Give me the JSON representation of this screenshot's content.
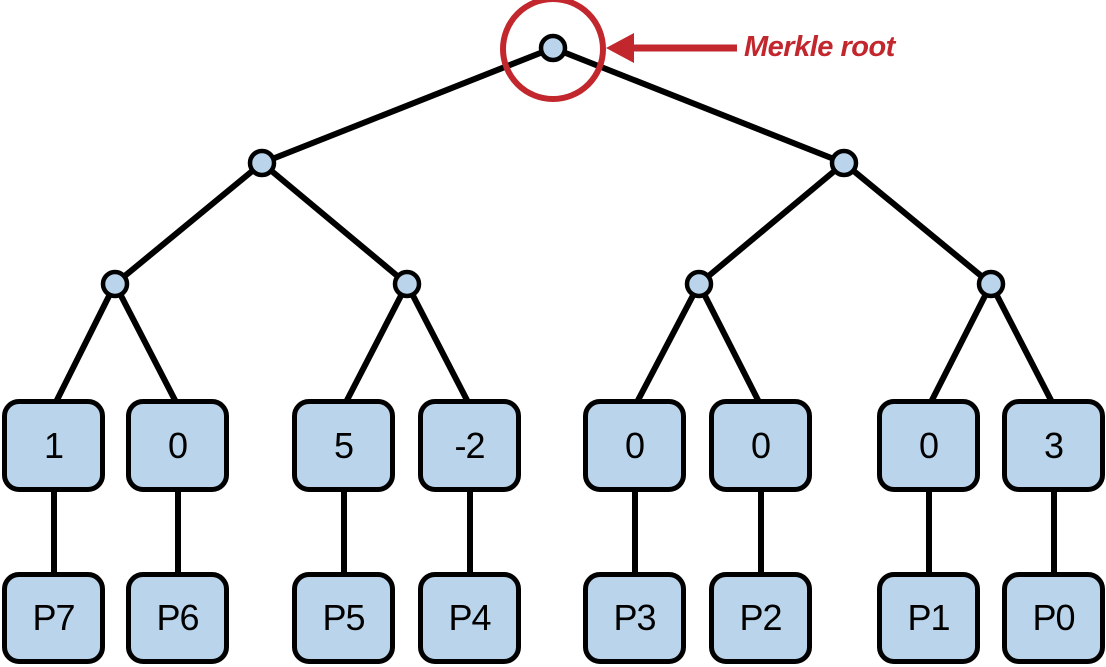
{
  "annotation": {
    "label": "Merkle root"
  },
  "tree": {
    "root_icon": "merkle-root-node",
    "leaves": [
      {
        "value": "1",
        "packet": "P7"
      },
      {
        "value": "0",
        "packet": "P6"
      },
      {
        "value": "5",
        "packet": "P5"
      },
      {
        "value": "-2",
        "packet": "P4"
      },
      {
        "value": "0",
        "packet": "P3"
      },
      {
        "value": "0",
        "packet": "P2"
      },
      {
        "value": "0",
        "packet": "P1"
      },
      {
        "value": "3",
        "packet": "P0"
      }
    ]
  },
  "colors": {
    "node_fill": "#bad5eb",
    "outline": "#000000",
    "annotation_red": "#c1272d",
    "background": "#ffffff"
  }
}
